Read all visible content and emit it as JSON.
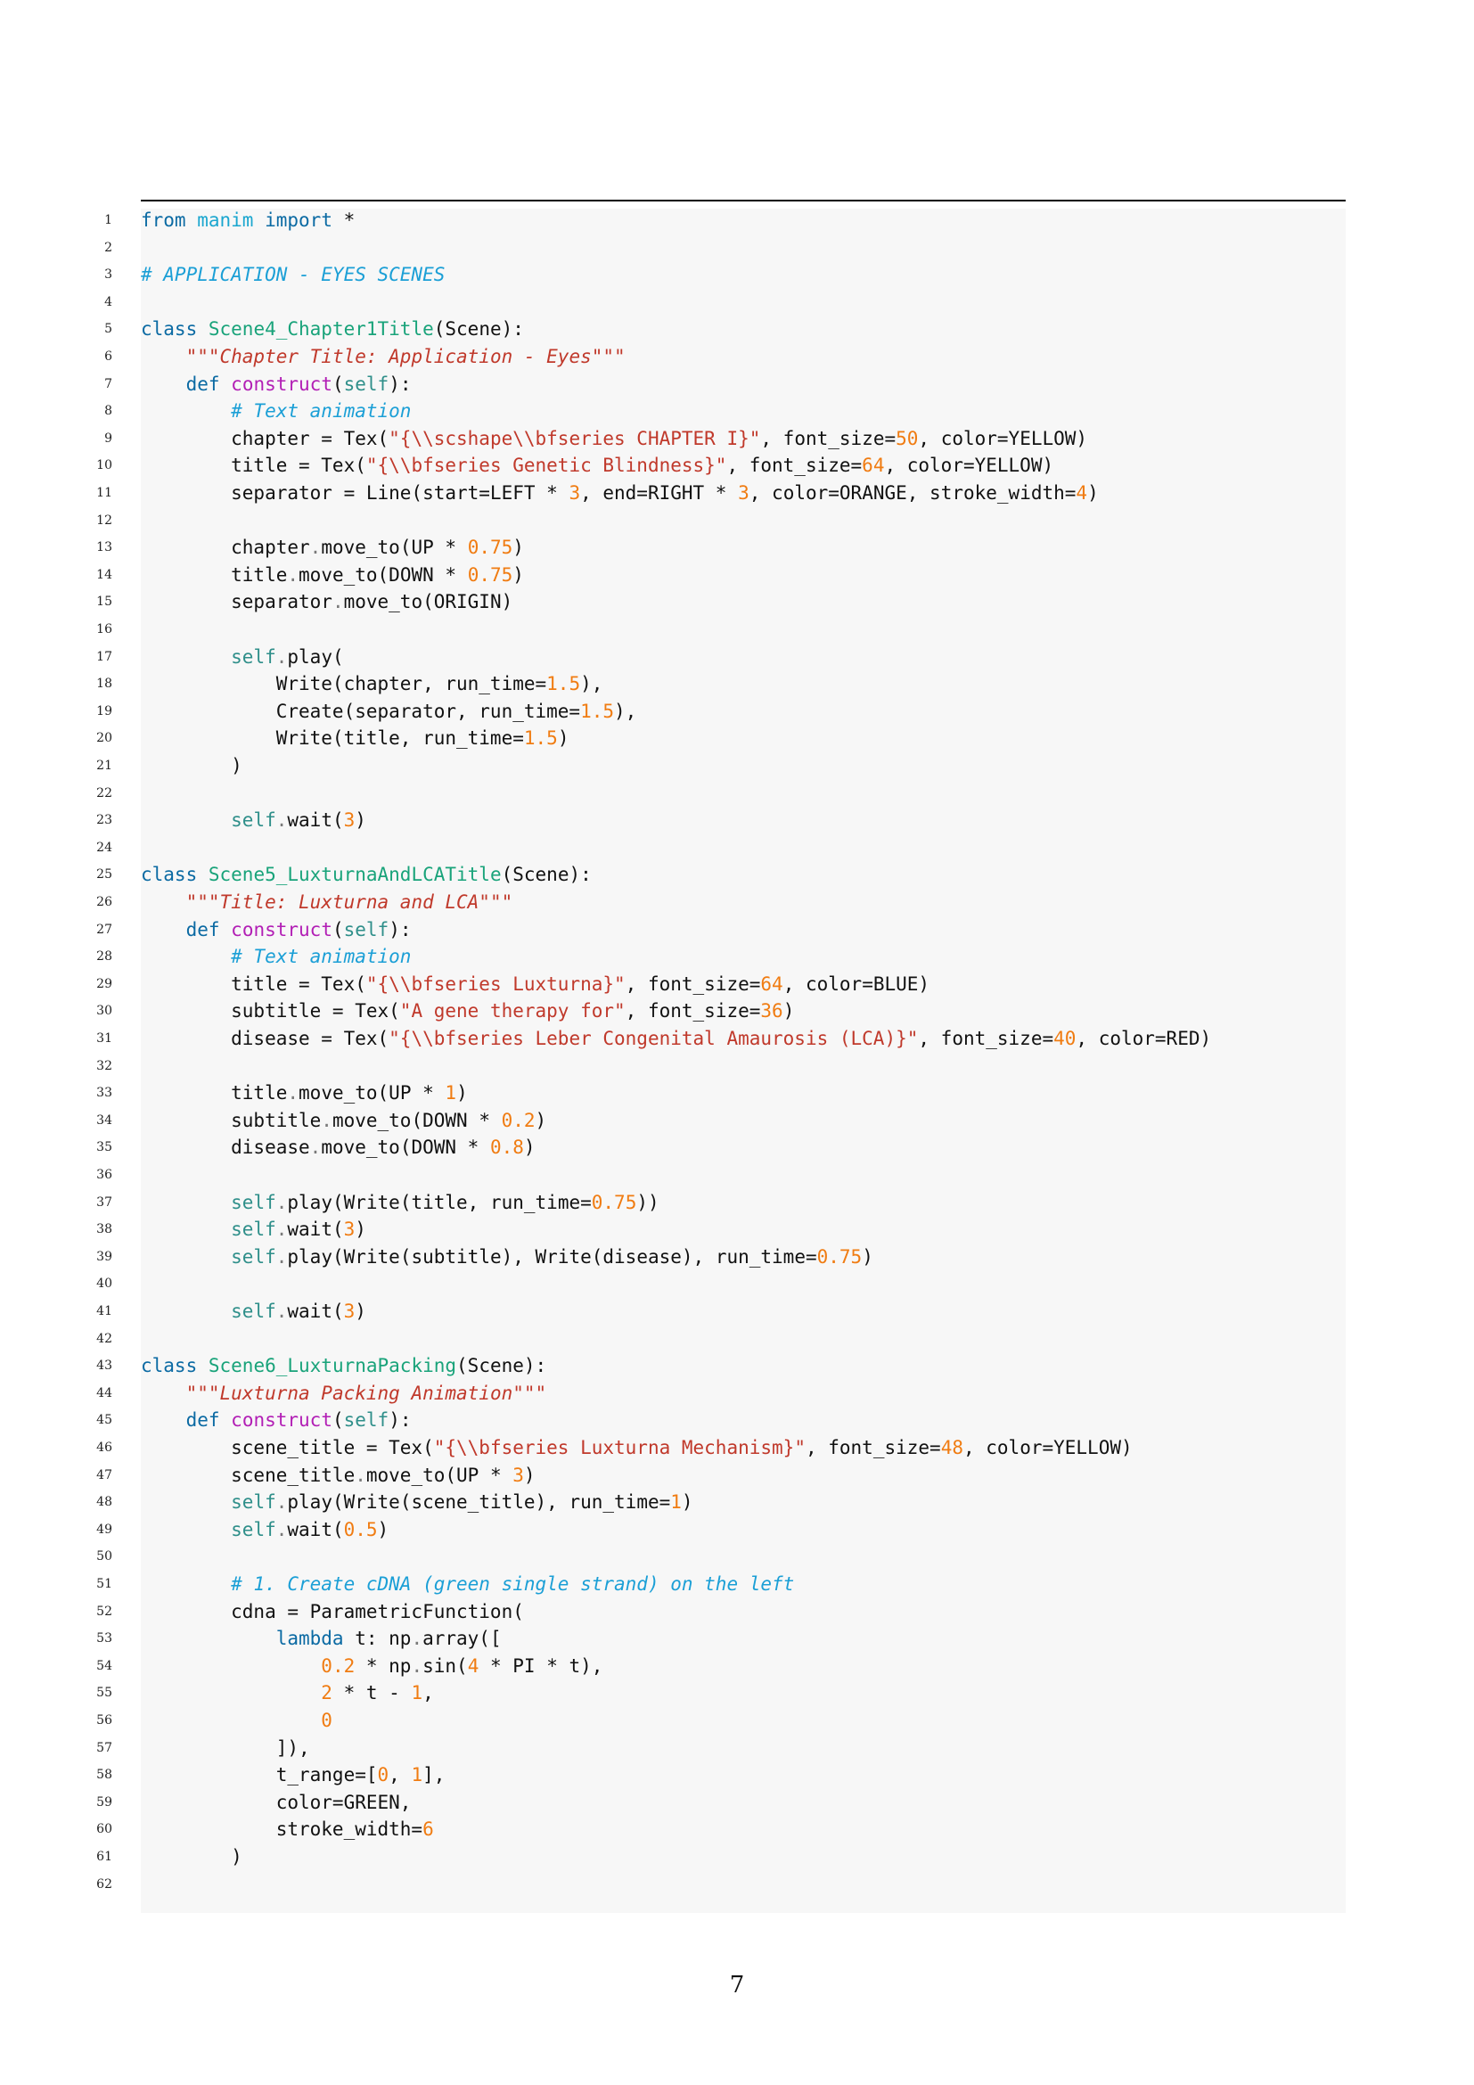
{
  "page": {
    "number": "7"
  },
  "code": {
    "lines": [
      {
        "n": "1",
        "t": [
          [
            "kw",
            "from"
          ],
          [
            "",
            "",
            " "
          ],
          [
            "mod",
            "manim"
          ],
          [
            "",
            " "
          ],
          [
            "kw",
            "import"
          ],
          [
            "",
            " *"
          ]
        ]
      },
      {
        "n": "2",
        "t": []
      },
      {
        "n": "3",
        "t": [
          [
            "com",
            "# APPLICATION - EYES SCENES"
          ]
        ]
      },
      {
        "n": "4",
        "t": []
      },
      {
        "n": "5",
        "t": [
          [
            "kw",
            "class"
          ],
          [
            "",
            " "
          ],
          [
            "cls",
            "Scene4_Chapter1Title"
          ],
          [
            "",
            "(Scene):"
          ]
        ]
      },
      {
        "n": "6",
        "t": [
          [
            "",
            "    "
          ],
          [
            "doc",
            "\"\"\"Chapter Title: Application - Eyes\"\"\""
          ]
        ]
      },
      {
        "n": "7",
        "t": [
          [
            "",
            "    "
          ],
          [
            "kw",
            "def"
          ],
          [
            "",
            " "
          ],
          [
            "fn",
            "construct"
          ],
          [
            "",
            "("
          ],
          [
            "self",
            "self"
          ],
          [
            "",
            "):"
          ]
        ]
      },
      {
        "n": "8",
        "t": [
          [
            "",
            "        "
          ],
          [
            "com",
            "# Text animation"
          ]
        ]
      },
      {
        "n": "9",
        "t": [
          [
            "",
            "        chapter = Tex("
          ],
          [
            "str",
            "\"{\\\\scshape\\\\bfseries CHAPTER I}\""
          ],
          [
            "",
            ", font_size="
          ],
          [
            "num",
            "50"
          ],
          [
            "",
            ", color=YELLOW)"
          ]
        ]
      },
      {
        "n": "10",
        "t": [
          [
            "",
            "        title = Tex("
          ],
          [
            "str",
            "\"{\\\\bfseries Genetic Blindness}\""
          ],
          [
            "",
            ", font_size="
          ],
          [
            "num",
            "64"
          ],
          [
            "",
            ", color=YELLOW)"
          ]
        ]
      },
      {
        "n": "11",
        "t": [
          [
            "",
            "        separator = Line(start=LEFT * "
          ],
          [
            "num",
            "3"
          ],
          [
            "",
            ", end=RIGHT * "
          ],
          [
            "num",
            "3"
          ],
          [
            "",
            ", color=ORANGE, stroke_width="
          ],
          [
            "num",
            "4"
          ],
          [
            "",
            ")"
          ]
        ]
      },
      {
        "n": "12",
        "t": []
      },
      {
        "n": "13",
        "t": [
          [
            "",
            "        chapter"
          ],
          [
            "punc",
            "."
          ],
          [
            "",
            "move_to(UP * "
          ],
          [
            "num",
            "0.75"
          ],
          [
            "",
            ")"
          ]
        ]
      },
      {
        "n": "14",
        "t": [
          [
            "",
            "        title"
          ],
          [
            "punc",
            "."
          ],
          [
            "",
            "move_to(DOWN * "
          ],
          [
            "num",
            "0.75"
          ],
          [
            "",
            ")"
          ]
        ]
      },
      {
        "n": "15",
        "t": [
          [
            "",
            "        separator"
          ],
          [
            "punc",
            "."
          ],
          [
            "",
            "move_to(ORIGIN)"
          ]
        ]
      },
      {
        "n": "16",
        "t": []
      },
      {
        "n": "17",
        "t": [
          [
            "",
            "        "
          ],
          [
            "self",
            "self"
          ],
          [
            "punc",
            "."
          ],
          [
            "",
            "play("
          ]
        ]
      },
      {
        "n": "18",
        "t": [
          [
            "",
            "            Write(chapter, run_time="
          ],
          [
            "num",
            "1.5"
          ],
          [
            "",
            "),"
          ]
        ]
      },
      {
        "n": "19",
        "t": [
          [
            "",
            "            Create(separator, run_time="
          ],
          [
            "num",
            "1.5"
          ],
          [
            "",
            "),"
          ]
        ]
      },
      {
        "n": "20",
        "t": [
          [
            "",
            "            Write(title, run_time="
          ],
          [
            "num",
            "1.5"
          ],
          [
            "",
            ")"
          ]
        ]
      },
      {
        "n": "21",
        "t": [
          [
            "",
            "        )"
          ]
        ]
      },
      {
        "n": "22",
        "t": []
      },
      {
        "n": "23",
        "t": [
          [
            "",
            "        "
          ],
          [
            "self",
            "self"
          ],
          [
            "punc",
            "."
          ],
          [
            "",
            "wait("
          ],
          [
            "num",
            "3"
          ],
          [
            "",
            ")"
          ]
        ]
      },
      {
        "n": "24",
        "t": []
      },
      {
        "n": "25",
        "t": [
          [
            "kw",
            "class"
          ],
          [
            "",
            " "
          ],
          [
            "cls",
            "Scene5_LuxturnaAndLCATitle"
          ],
          [
            "",
            "(Scene):"
          ]
        ]
      },
      {
        "n": "26",
        "t": [
          [
            "",
            "    "
          ],
          [
            "doc",
            "\"\"\"Title: Luxturna and LCA\"\"\""
          ]
        ]
      },
      {
        "n": "27",
        "t": [
          [
            "",
            "    "
          ],
          [
            "kw",
            "def"
          ],
          [
            "",
            " "
          ],
          [
            "fn",
            "construct"
          ],
          [
            "",
            "("
          ],
          [
            "self",
            "self"
          ],
          [
            "",
            "):"
          ]
        ]
      },
      {
        "n": "28",
        "t": [
          [
            "",
            "        "
          ],
          [
            "com",
            "# Text animation"
          ]
        ]
      },
      {
        "n": "29",
        "t": [
          [
            "",
            "        title = Tex("
          ],
          [
            "str",
            "\"{\\\\bfseries Luxturna}\""
          ],
          [
            "",
            ", font_size="
          ],
          [
            "num",
            "64"
          ],
          [
            "",
            ", color=BLUE)"
          ]
        ]
      },
      {
        "n": "30",
        "t": [
          [
            "",
            "        subtitle = Tex("
          ],
          [
            "str",
            "\"A gene therapy for\""
          ],
          [
            "",
            ", font_size="
          ],
          [
            "num",
            "36"
          ],
          [
            "",
            ")"
          ]
        ]
      },
      {
        "n": "31",
        "t": [
          [
            "",
            "        disease = Tex("
          ],
          [
            "str",
            "\"{\\\\bfseries Leber Congenital Amaurosis (LCA)}\""
          ],
          [
            "",
            ", font_size="
          ],
          [
            "num",
            "40"
          ],
          [
            "",
            ", color=RED)"
          ]
        ]
      },
      {
        "n": "32",
        "t": []
      },
      {
        "n": "33",
        "t": [
          [
            "",
            "        title"
          ],
          [
            "punc",
            "."
          ],
          [
            "",
            "move_to(UP * "
          ],
          [
            "num",
            "1"
          ],
          [
            "",
            ")"
          ]
        ]
      },
      {
        "n": "34",
        "t": [
          [
            "",
            "        subtitle"
          ],
          [
            "punc",
            "."
          ],
          [
            "",
            "move_to(DOWN * "
          ],
          [
            "num",
            "0.2"
          ],
          [
            "",
            ")"
          ]
        ]
      },
      {
        "n": "35",
        "t": [
          [
            "",
            "        disease"
          ],
          [
            "punc",
            "."
          ],
          [
            "",
            "move_to(DOWN * "
          ],
          [
            "num",
            "0.8"
          ],
          [
            "",
            ")"
          ]
        ]
      },
      {
        "n": "36",
        "t": []
      },
      {
        "n": "37",
        "t": [
          [
            "",
            "        "
          ],
          [
            "self",
            "self"
          ],
          [
            "punc",
            "."
          ],
          [
            "",
            "play(Write(title, run_time="
          ],
          [
            "num",
            "0.75"
          ],
          [
            "",
            "))"
          ]
        ]
      },
      {
        "n": "38",
        "t": [
          [
            "",
            "        "
          ],
          [
            "self",
            "self"
          ],
          [
            "punc",
            "."
          ],
          [
            "",
            "wait("
          ],
          [
            "num",
            "3"
          ],
          [
            "",
            ")"
          ]
        ]
      },
      {
        "n": "39",
        "t": [
          [
            "",
            "        "
          ],
          [
            "self",
            "self"
          ],
          [
            "punc",
            "."
          ],
          [
            "",
            "play(Write(subtitle), Write(disease), run_time="
          ],
          [
            "num",
            "0.75"
          ],
          [
            "",
            ")"
          ]
        ]
      },
      {
        "n": "40",
        "t": []
      },
      {
        "n": "41",
        "t": [
          [
            "",
            "        "
          ],
          [
            "self",
            "self"
          ],
          [
            "punc",
            "."
          ],
          [
            "",
            "wait("
          ],
          [
            "num",
            "3"
          ],
          [
            "",
            ")"
          ]
        ]
      },
      {
        "n": "42",
        "t": []
      },
      {
        "n": "43",
        "t": [
          [
            "kw",
            "class"
          ],
          [
            "",
            " "
          ],
          [
            "cls",
            "Scene6_LuxturnaPacking"
          ],
          [
            "",
            "(Scene):"
          ]
        ]
      },
      {
        "n": "44",
        "t": [
          [
            "",
            "    "
          ],
          [
            "doc",
            "\"\"\"Luxturna Packing Animation\"\"\""
          ]
        ]
      },
      {
        "n": "45",
        "t": [
          [
            "",
            "    "
          ],
          [
            "kw",
            "def"
          ],
          [
            "",
            " "
          ],
          [
            "fn",
            "construct"
          ],
          [
            "",
            "("
          ],
          [
            "self",
            "self"
          ],
          [
            "",
            "):"
          ]
        ]
      },
      {
        "n": "46",
        "t": [
          [
            "",
            "        scene_title = Tex("
          ],
          [
            "str",
            "\"{\\\\bfseries Luxturna Mechanism}\""
          ],
          [
            "",
            ", font_size="
          ],
          [
            "num",
            "48"
          ],
          [
            "",
            ", color=YELLOW)"
          ]
        ]
      },
      {
        "n": "47",
        "t": [
          [
            "",
            "        scene_title"
          ],
          [
            "punc",
            "."
          ],
          [
            "",
            "move_to(UP * "
          ],
          [
            "num",
            "3"
          ],
          [
            "",
            ")"
          ]
        ]
      },
      {
        "n": "48",
        "t": [
          [
            "",
            "        "
          ],
          [
            "self",
            "self"
          ],
          [
            "punc",
            "."
          ],
          [
            "",
            "play(Write(scene_title), run_time="
          ],
          [
            "num",
            "1"
          ],
          [
            "",
            ")"
          ]
        ]
      },
      {
        "n": "49",
        "t": [
          [
            "",
            "        "
          ],
          [
            "self",
            "self"
          ],
          [
            "punc",
            "."
          ],
          [
            "",
            "wait("
          ],
          [
            "num",
            "0.5"
          ],
          [
            "",
            ")"
          ]
        ]
      },
      {
        "n": "50",
        "t": []
      },
      {
        "n": "51",
        "t": [
          [
            "",
            "        "
          ],
          [
            "com",
            "# 1. Create cDNA (green single strand) on the left"
          ]
        ]
      },
      {
        "n": "52",
        "t": [
          [
            "",
            "        cdna = ParametricFunction("
          ]
        ]
      },
      {
        "n": "53",
        "t": [
          [
            "",
            "            "
          ],
          [
            "kw",
            "lambda"
          ],
          [
            "",
            " t: np"
          ],
          [
            "punc",
            "."
          ],
          [
            "",
            "array(["
          ]
        ]
      },
      {
        "n": "54",
        "t": [
          [
            "",
            "                "
          ],
          [
            "num",
            "0.2"
          ],
          [
            "",
            " * np"
          ],
          [
            "punc",
            "."
          ],
          [
            "",
            "sin("
          ],
          [
            "num",
            "4"
          ],
          [
            "",
            " * PI * t),"
          ]
        ]
      },
      {
        "n": "55",
        "t": [
          [
            "",
            "                "
          ],
          [
            "num",
            "2"
          ],
          [
            "",
            " * t - "
          ],
          [
            "num",
            "1"
          ],
          [
            "",
            ","
          ]
        ]
      },
      {
        "n": "56",
        "t": [
          [
            "",
            "                "
          ],
          [
            "num",
            "0"
          ]
        ]
      },
      {
        "n": "57",
        "t": [
          [
            "",
            "            ]),"
          ]
        ]
      },
      {
        "n": "58",
        "t": [
          [
            "",
            "            t_range=["
          ],
          [
            "num",
            "0"
          ],
          [
            "",
            ", "
          ],
          [
            "num",
            "1"
          ],
          [
            "",
            "],"
          ]
        ]
      },
      {
        "n": "59",
        "t": [
          [
            "",
            "            color=GREEN,"
          ]
        ]
      },
      {
        "n": "60",
        "t": [
          [
            "",
            "            stroke_width="
          ],
          [
            "num",
            "6"
          ]
        ]
      },
      {
        "n": "61",
        "t": [
          [
            "",
            "        )"
          ]
        ]
      },
      {
        "n": "62",
        "t": []
      }
    ]
  }
}
